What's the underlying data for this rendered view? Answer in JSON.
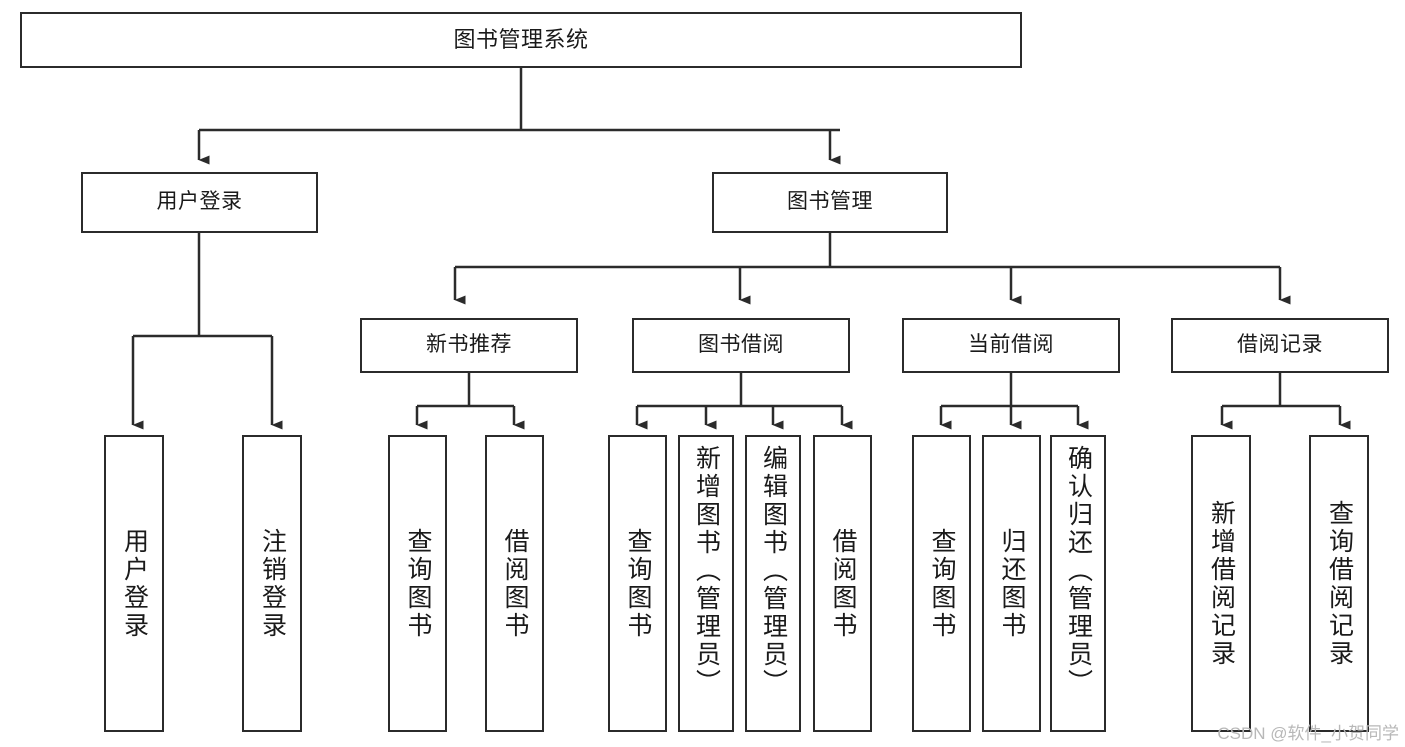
{
  "diagram": {
    "title": "图书管理系统",
    "type": "tree-hierarchy-diagram",
    "root": {
      "label": "图书管理系统"
    },
    "level2": [
      {
        "label": "用户登录"
      },
      {
        "label": "图书管理"
      }
    ],
    "level3": [
      {
        "label": "新书推荐"
      },
      {
        "label": "图书借阅"
      },
      {
        "label": "当前借阅"
      },
      {
        "label": "借阅记录"
      }
    ],
    "leaves": {
      "user_login": [
        {
          "label": "用户登录"
        },
        {
          "label": "注销登录"
        }
      ],
      "new_book_recommend": [
        {
          "label": "查询图书"
        },
        {
          "label": "借阅图书"
        }
      ],
      "book_borrow": [
        {
          "label": "查询图书"
        },
        {
          "label": "新增图书（管理员）"
        },
        {
          "label": "编辑图书（管理员）"
        },
        {
          "label": "借阅图书"
        }
      ],
      "current_borrow": [
        {
          "label": "查询图书"
        },
        {
          "label": "归还图书"
        },
        {
          "label": "确认归还（管理员）"
        }
      ],
      "borrow_record": [
        {
          "label": "新增借阅记录"
        },
        {
          "label": "查询借阅记录"
        }
      ]
    }
  },
  "watermark": {
    "text": "CSDN @软件_小贺同学"
  },
  "colors": {
    "stroke": "#2b2b2b",
    "background": "#ffffff",
    "text": "#1a1a1a",
    "watermark": "#b8b8b8"
  }
}
